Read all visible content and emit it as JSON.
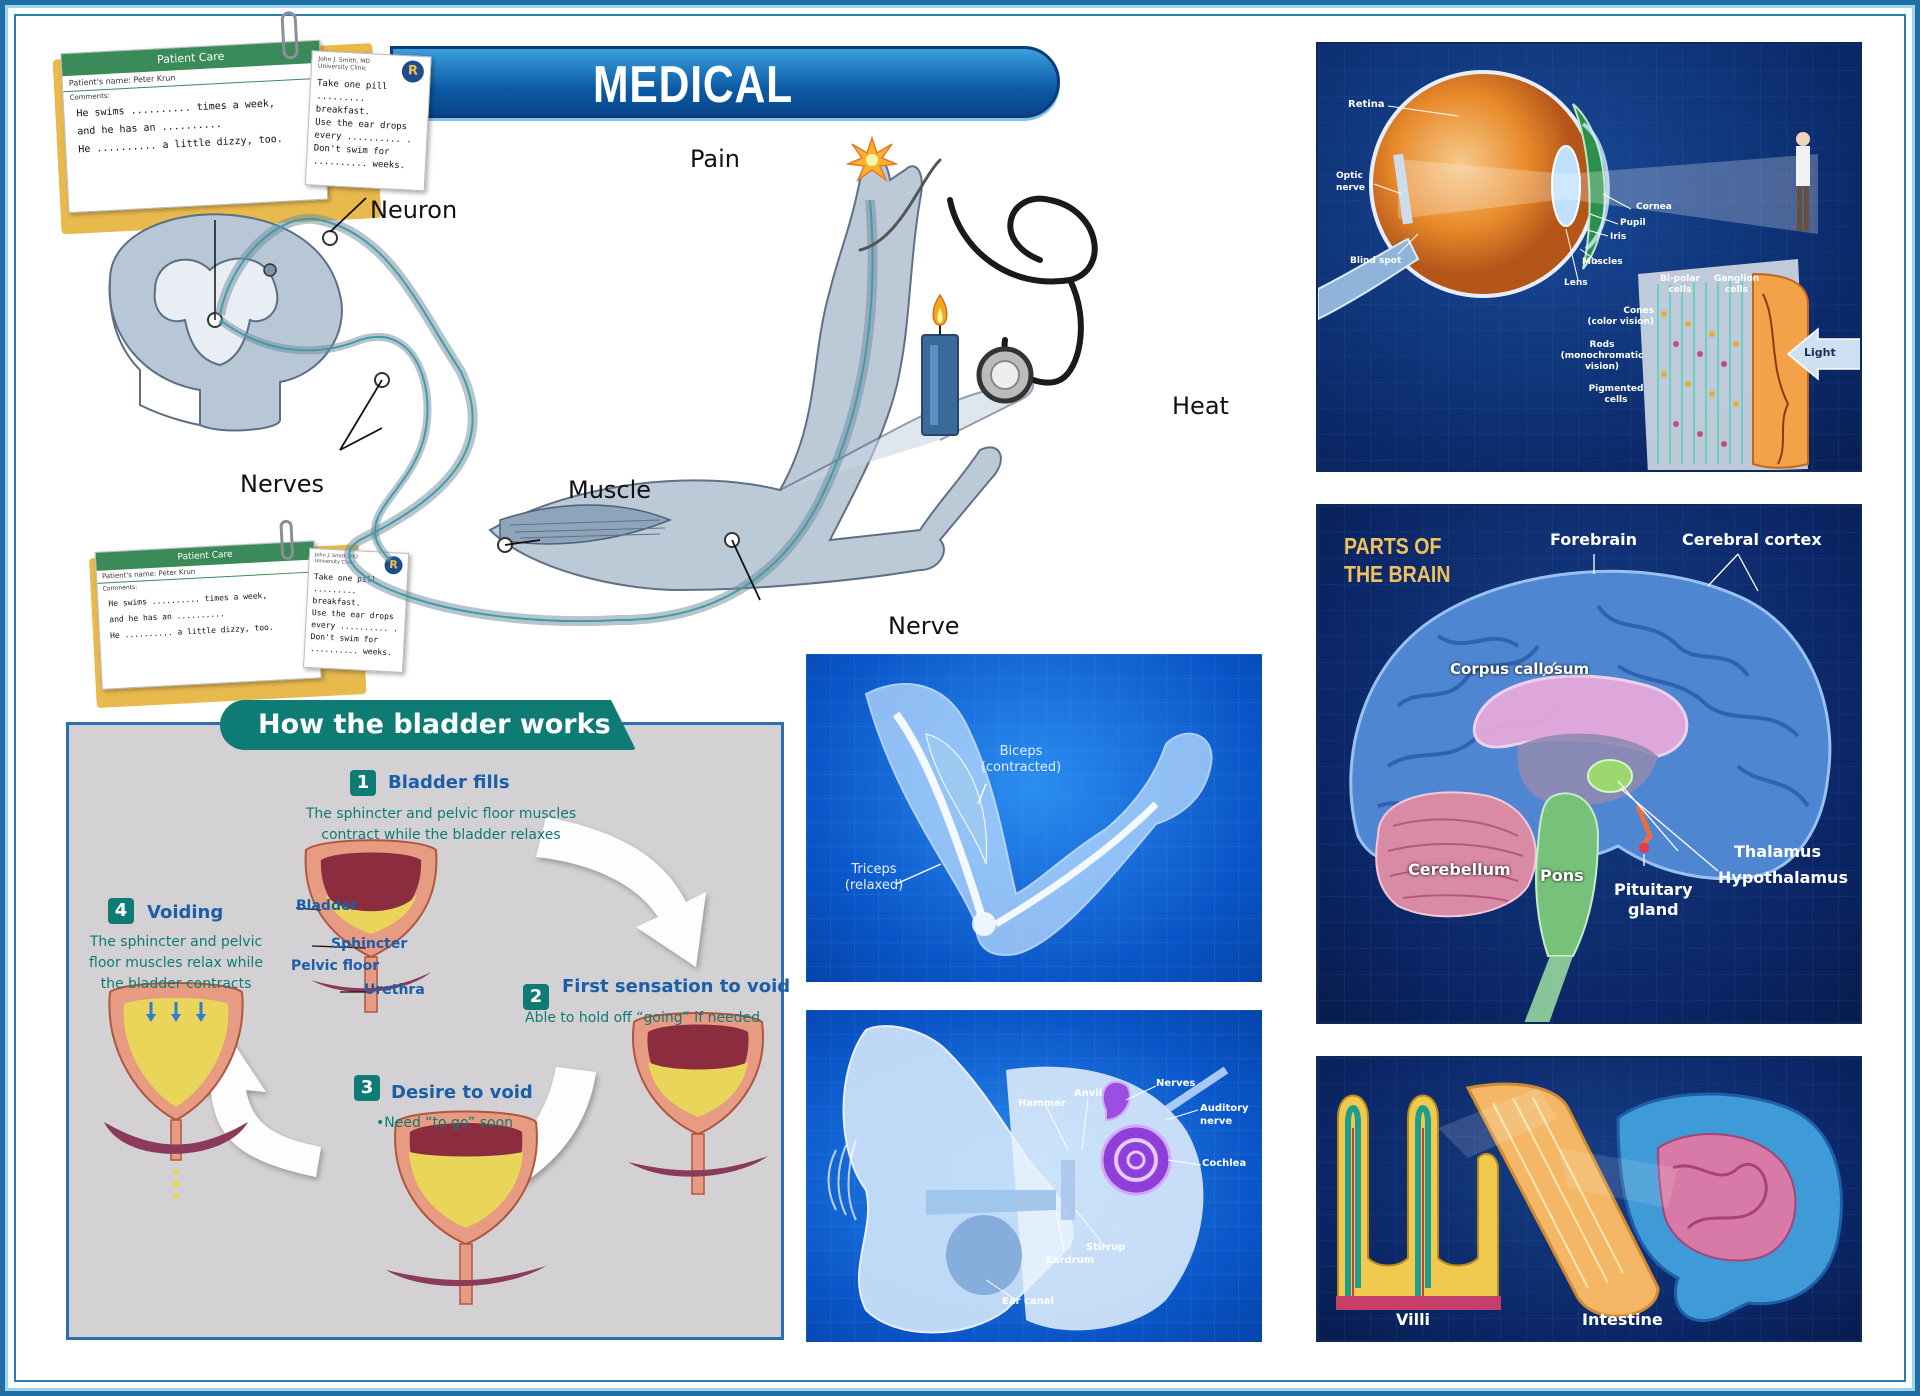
{
  "header": {
    "title": "MEDICAL"
  },
  "reflex": {
    "labels": {
      "pain": "Pain",
      "neuron": "Neuron",
      "heat": "Heat",
      "nerves": "Nerves",
      "muscle": "Muscle",
      "nerve": "Nerve"
    }
  },
  "patient_card": {
    "folder_title": "Patient Care",
    "patient_name": "Patient's name: Peter Krun",
    "comments_label": "Comments:",
    "lines": [
      "He swims .......... times a week,",
      "and he has an ..........",
      "He .......... a little dizzy, too."
    ],
    "rx_header": "John J. Smith, MD  University Clinic",
    "rx_symbol": "R",
    "rx_lines": [
      "Take one pill",
      "......... breakfast.",
      "Use the ear drops",
      "every .......... .",
      "Don't swim for",
      ".......... weeks."
    ]
  },
  "bladder": {
    "title": "How the bladder works",
    "steps": [
      {
        "num": "1",
        "title": "Bladder fills",
        "desc": [
          "The sphincter and pelvic floor muscles",
          "contract while the bladder relaxes"
        ]
      },
      {
        "num": "2",
        "title": "First sensation to void",
        "desc": [
          "Able to hold off “going” if needed"
        ]
      },
      {
        "num": "3",
        "title": "Desire to void",
        "desc": [
          "•Need “to go” soon"
        ]
      },
      {
        "num": "4",
        "title": "Voiding",
        "desc": [
          "The sphincter and pelvic",
          "floor muscles relax while",
          "the bladder contracts"
        ]
      }
    ],
    "anatomy": {
      "bladder": "Bladder",
      "sphincter": "Sphincter",
      "pelvic_floor": "Pelvic floor",
      "urethra": "Urethra"
    },
    "colors": {
      "teal": "#0e7c74",
      "blue": "#1b5fa8",
      "panel": "#d3d1d4",
      "urine": "#e8d55a"
    }
  },
  "arm": {
    "biceps": "Biceps",
    "biceps_sub": "(contracted)",
    "triceps": "Triceps",
    "triceps_sub": "(relaxed)"
  },
  "ear": {
    "nerves": "Nerves",
    "hammer": "Hammer",
    "anvil": "Anvil",
    "auditory": "Auditory",
    "auditory_sub": "nerve",
    "cochlea": "Cochlea",
    "stirrup": "Stirrup",
    "eardrum": "Eardrum",
    "ear_canal": "Ear canal"
  },
  "eye": {
    "retina": "Retina",
    "optic": "Optic",
    "optic_sub": "nerve",
    "blind_spot": "Blind spot",
    "cornea": "Cornea",
    "pupil": "Pupil",
    "iris": "Iris",
    "muscles": "Muscles",
    "lens": "Lens",
    "bipolar": "Bi-polar",
    "bipolar_sub": "cells",
    "ganglion": "Ganglion",
    "ganglion_sub": "cells",
    "cones": "Cones",
    "cones_sub": "(color vision)",
    "rods": "Rods",
    "rods_sub": "(monochromatic",
    "rods_sub2": "vision)",
    "pigmented": "Pigmented",
    "pigmented_sub": "cells",
    "light": "Light"
  },
  "brain": {
    "title1": "PARTS OF",
    "title2": "THE BRAIN",
    "forebrain": "Forebrain",
    "cortex": "Cerebral cortex",
    "corpus": "Corpus callosum",
    "cerebellum": "Cerebellum",
    "pons": "Pons",
    "pituitary": "Pituitary",
    "pituitary_sub": "gland",
    "thalamus": "Thalamus",
    "hypothalamus": "Hypothalamus",
    "title_color": "#f0c05a"
  },
  "intestine": {
    "villi": "Villi",
    "intestine": "Intestine"
  }
}
